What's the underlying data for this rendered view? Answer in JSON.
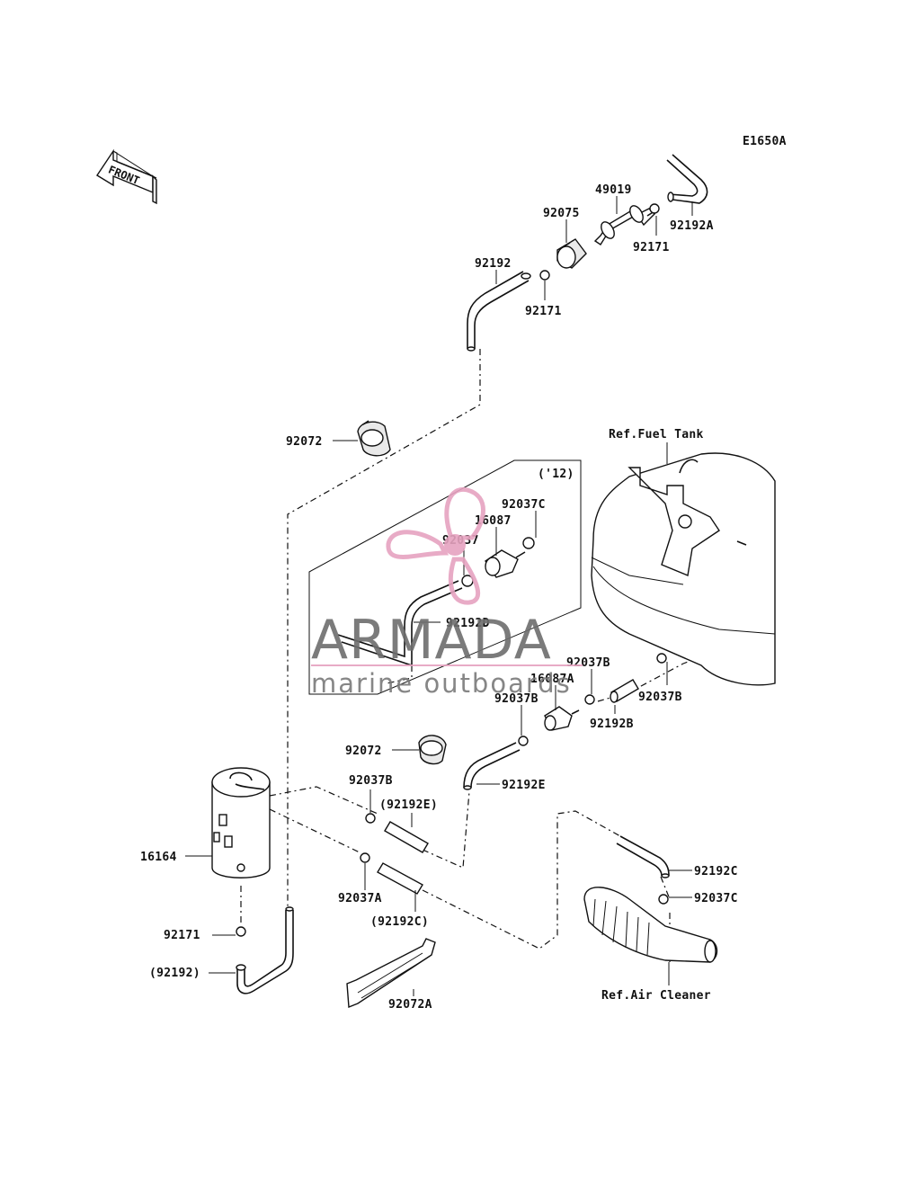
{
  "diagram_code": "E1650A",
  "front_arrow": "FRONT",
  "variant_box": "('12)",
  "refs": {
    "fuel_tank": "Ref.Fuel Tank",
    "air_cleaner": "Ref.Air Cleaner"
  },
  "labels": {
    "p49019": "49019",
    "p92075": "92075",
    "p92171_top": "92171",
    "p92192A": "92192A",
    "p92192_top": "92192",
    "p92171_mid": "92171",
    "p92072_top": "92072",
    "p92037C_top": "92037C",
    "p16087": "16087",
    "p92037": "92037",
    "p92192D": "92192D",
    "p92037B_a": "92037B",
    "p16087A": "16087A",
    "p92037B_b": "92037B",
    "p92037B_c": "92037B",
    "p92192B": "92192B",
    "p92072_mid": "92072",
    "p92192E": "92192E",
    "p92037B_d": "92037B",
    "p92192E_paren": "(92192E)",
    "p16164": "16164",
    "p92037A": "92037A",
    "p92192C_paren": "(92192C)",
    "p92192C": "92192C",
    "p92037C_bot": "92037C",
    "p92171_bot": "92171",
    "p92192_paren": "(92192)",
    "p92072A": "92072A"
  },
  "watermark": {
    "name": "ARMADA",
    "tagline": "marine outboards",
    "accent_color": "#e6a3c0"
  }
}
